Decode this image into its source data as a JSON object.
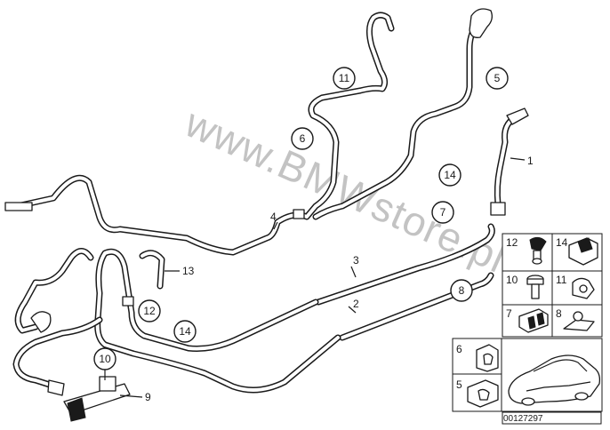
{
  "watermark": "www.BMWstore.pl",
  "document_number": "00127297",
  "callouts": {
    "c11": "11",
    "c5": "5",
    "c6": "6",
    "c14a": "14",
    "c7": "7",
    "c8": "8",
    "c12": "12",
    "c14b": "14",
    "c10": "10"
  },
  "labels": {
    "l1": "1",
    "l2": "2",
    "l3": "3",
    "l4": "4",
    "l9": "9",
    "l13": "13"
  },
  "parts_panel": {
    "p12": "12",
    "p14": "14",
    "p10": "10",
    "p11": "11",
    "p7": "7",
    "p8": "8",
    "p6": "6",
    "p5": "5"
  }
}
